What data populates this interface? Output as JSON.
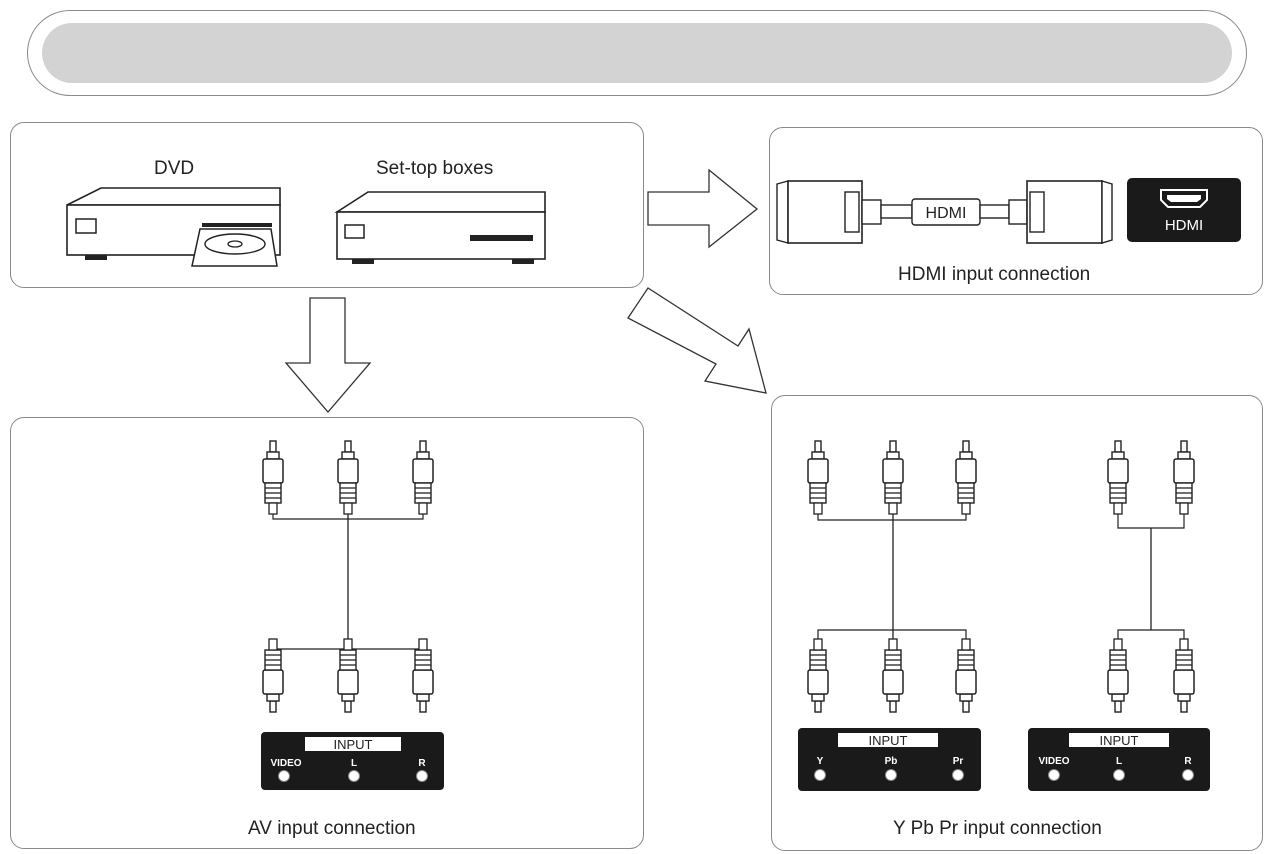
{
  "header": {
    "title": ""
  },
  "sources": {
    "dvd_label": "DVD",
    "stb_label": "Set-top boxes"
  },
  "hdmi": {
    "cable_label": "HDMI",
    "port_label": "HDMI",
    "caption": "HDMI input connection"
  },
  "av": {
    "caption": "AV input connection",
    "panel": {
      "title": "INPUT",
      "jacks": [
        "VIDEO",
        "L",
        "R"
      ]
    }
  },
  "ypbpr": {
    "caption": "Y Pb Pr input connection",
    "video_panel": {
      "title": "INPUT",
      "jacks": [
        "Y",
        "Pb",
        "Pr"
      ]
    },
    "audio_panel": {
      "title": "INPUT",
      "jacks": [
        "VIDEO",
        "L",
        "R"
      ]
    }
  }
}
